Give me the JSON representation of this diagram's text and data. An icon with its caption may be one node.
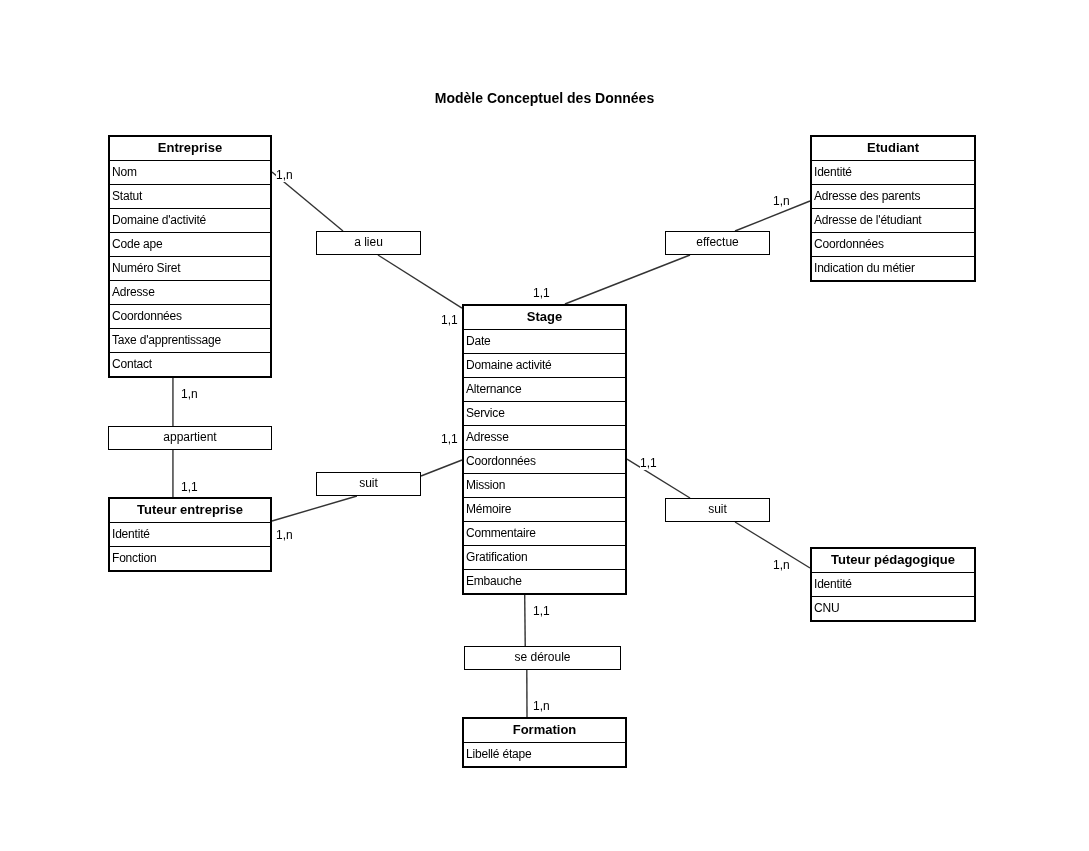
{
  "diagram": {
    "title": "Modèle Conceptuel des Données",
    "nodes": [
      {
        "text": [
          "Entreprise",
          "Nom",
          "Statut",
          "Domaine d'activité",
          "Code ape",
          "Numéro Siret",
          "Adresse",
          "Coordonnées",
          "Taxe d'apprentissage",
          "Contact"
        ]
      },
      {
        "text": [
          "Etudiant",
          "Identité",
          "Adresse des parents",
          "Adresse de l'étudiant",
          "Coordonnées",
          "Indication du métier"
        ]
      },
      {
        "text": [
          "a lieu"
        ]
      },
      {
        "text": [
          "effectue"
        ]
      },
      {
        "text": [
          "Stage",
          "Date",
          "Domaine activité",
          "Alternance",
          "Service",
          "Adresse",
          "Coordonnées",
          "Mission",
          "Mémoire",
          "Commentaire",
          "Gratification",
          "Embauche"
        ]
      },
      {
        "text": [
          "appartient"
        ]
      },
      {
        "text": [
          "Tuteur entreprise",
          "Identité",
          "Fonction"
        ]
      },
      {
        "text": [
          "suit"
        ]
      },
      {
        "text": [
          "suit"
        ]
      },
      {
        "text": [
          "Tuteur pédagogique",
          "Identité",
          "CNU"
        ]
      },
      {
        "text": [
          "se déroule"
        ]
      },
      {
        "text": [
          "Formation",
          "Libellé étape"
        ]
      }
    ],
    "edges": [
      {
        "from": 0,
        "to": 2,
        "arrow": "none",
        "label": "1,n"
      },
      {
        "from": 4,
        "to": 2,
        "arrow": "none",
        "label": "1,1"
      },
      {
        "from": 1,
        "to": 3,
        "arrow": "none",
        "label": "1,n"
      },
      {
        "from": 4,
        "to": 3,
        "arrow": "none",
        "label": "1,1"
      },
      {
        "from": 0,
        "to": 5,
        "arrow": "none",
        "label": "1,n"
      },
      {
        "from": 6,
        "to": 5,
        "arrow": "none",
        "label": "1,1"
      },
      {
        "from": 6,
        "to": 7,
        "arrow": "none",
        "label": "1,n"
      },
      {
        "from": 4,
        "to": 7,
        "arrow": "none",
        "label": "1,1"
      },
      {
        "from": 4,
        "to": 8,
        "arrow": "none",
        "label": "1,1"
      },
      {
        "from": 9,
        "to": 8,
        "arrow": "none",
        "label": "1,n"
      },
      {
        "from": 4,
        "to": 10,
        "arrow": "none",
        "label": "1,1"
      },
      {
        "from": 11,
        "to": 10,
        "arrow": "none",
        "label": "1,n"
      }
    ]
  }
}
